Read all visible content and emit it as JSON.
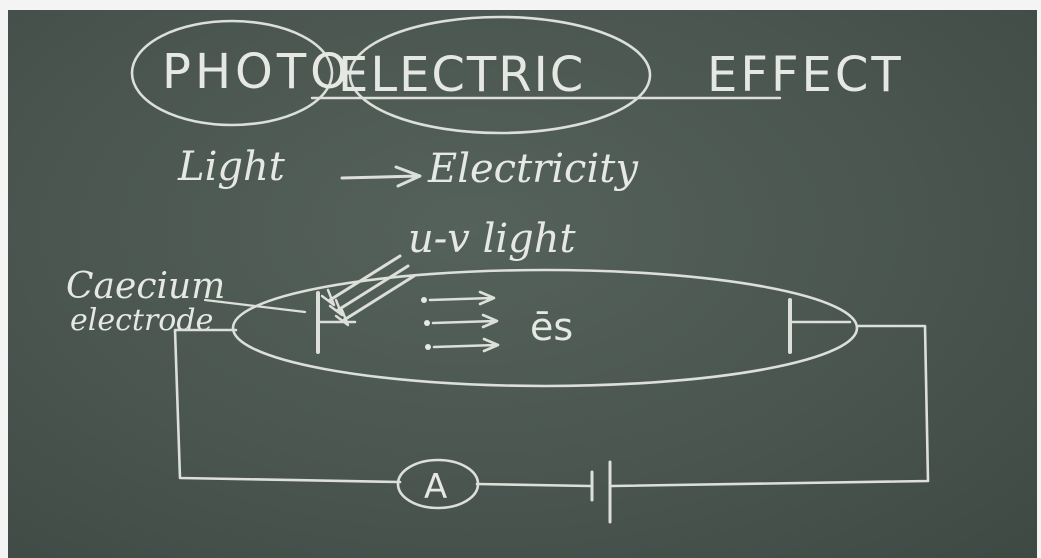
{
  "title": {
    "part1": "PHOTO",
    "part2": "ELECTRIC",
    "part3": "EFFECT"
  },
  "subtitle": {
    "left": "Light",
    "right": "Electricity"
  },
  "diagram": {
    "light_label": "u-v light",
    "electrode_label_line1": "Caecium",
    "electrode_label_line2": "electrode",
    "electrons_label": "ēs",
    "ammeter_label": "A"
  }
}
